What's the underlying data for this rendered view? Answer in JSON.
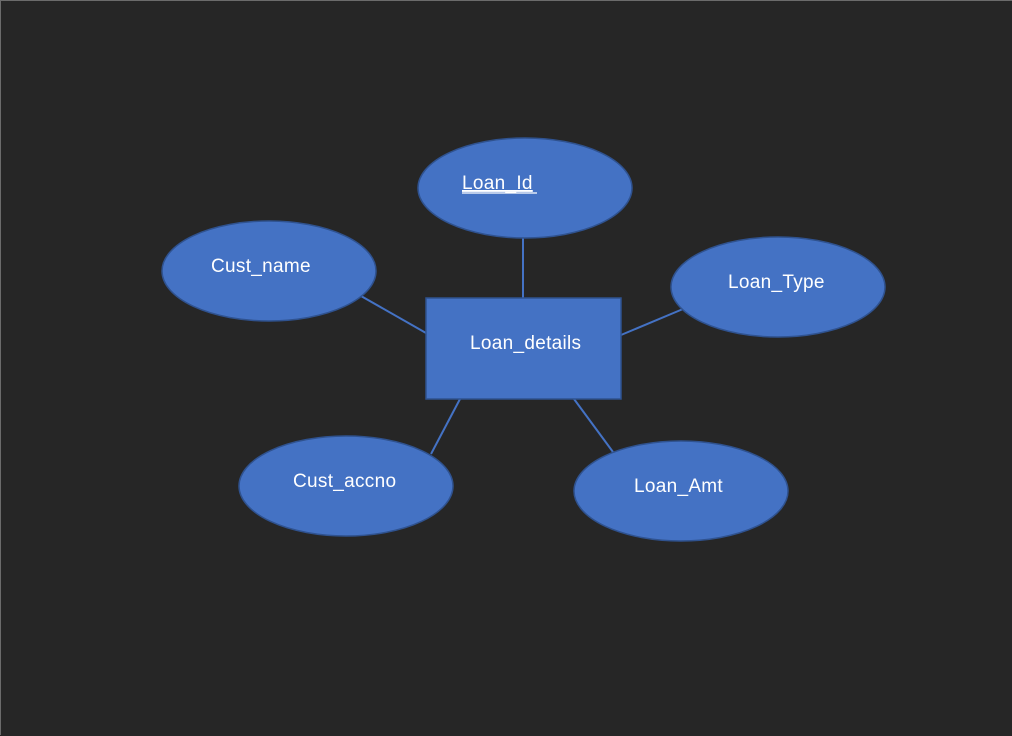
{
  "diagram": {
    "colors": {
      "background": "#262626",
      "shape_fill": "#4472C4",
      "shape_stroke": "#2F528F",
      "connector": "#4472C4",
      "text": "#FFFFFF"
    },
    "entity": {
      "label": "Loan_details"
    },
    "attributes": {
      "loan_id": {
        "label": "Loan_Id",
        "primary_key": true
      },
      "cust_name": {
        "label": "Cust_name"
      },
      "loan_type": {
        "label": "Loan_Type"
      },
      "cust_accno": {
        "label": "Cust_accno"
      },
      "loan_amt": {
        "label": "Loan_Amt"
      }
    }
  }
}
